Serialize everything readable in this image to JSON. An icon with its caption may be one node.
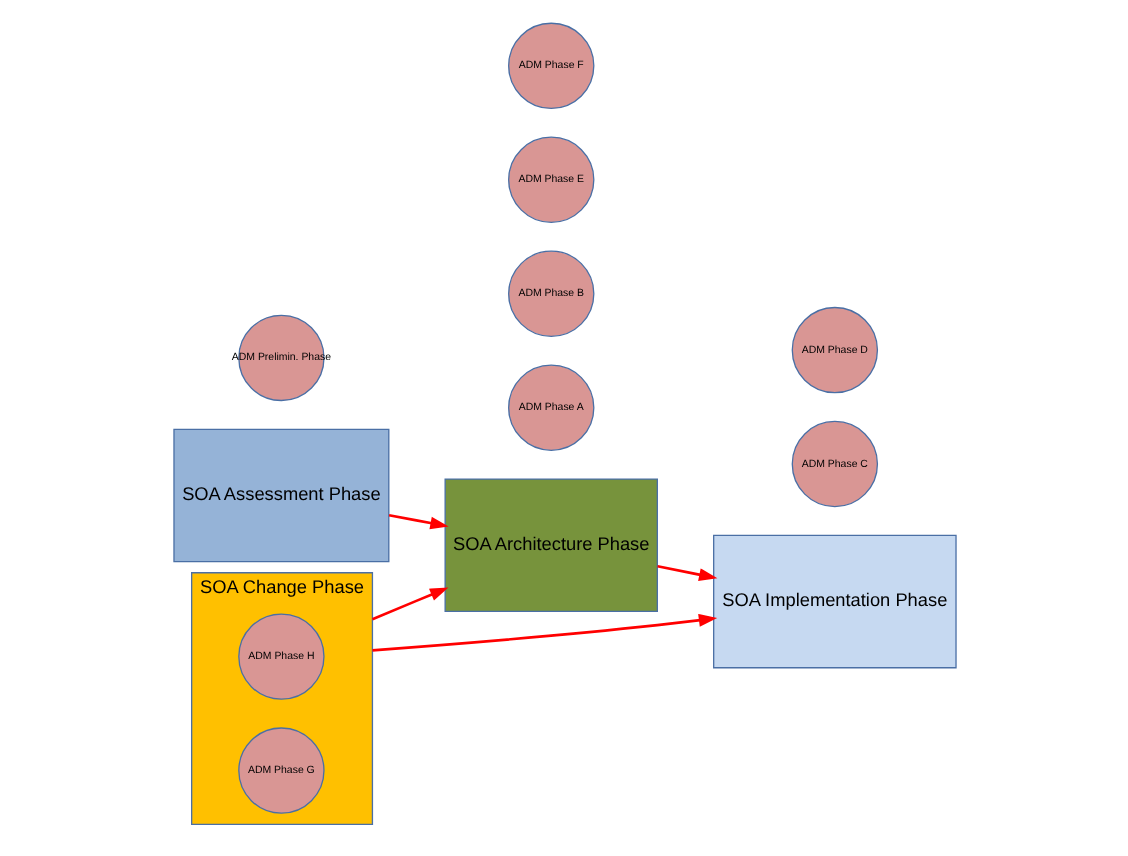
{
  "diagram": {
    "nodes": [
      {
        "text": [
          "SOA Assessment Phase"
        ]
      },
      {
        "text": [
          "SOA Architecture Phase"
        ]
      },
      {
        "text": [
          "SOA Change Phase"
        ]
      },
      {
        "text": [
          "SOA Implementation Phase"
        ]
      },
      {
        "text": [
          "ADM Phase A"
        ]
      },
      {
        "text": [
          "ADM Phase B"
        ]
      },
      {
        "text": [
          "ADM Prelimin. Phase"
        ]
      },
      {
        "text": [
          "ADM Phase C"
        ]
      },
      {
        "text": [
          "ADM Phase D"
        ]
      },
      {
        "text": [
          "ADM Phase E"
        ]
      },
      {
        "text": [
          "ADM Phase F"
        ]
      },
      {
        "text": [
          "ADM Phase H"
        ],
        "in": 2
      },
      {
        "text": [
          "ADM Phase G"
        ],
        "in": 2
      }
    ],
    "edges": [
      {
        "from": 0,
        "to": 1,
        "arrow": "to"
      },
      {
        "from": 2,
        "to": 1,
        "arrow": "to"
      },
      {
        "from": 2,
        "to": 3,
        "arrow": "to"
      },
      {
        "from": 1,
        "to": 3,
        "arrow": "to"
      }
    ]
  }
}
